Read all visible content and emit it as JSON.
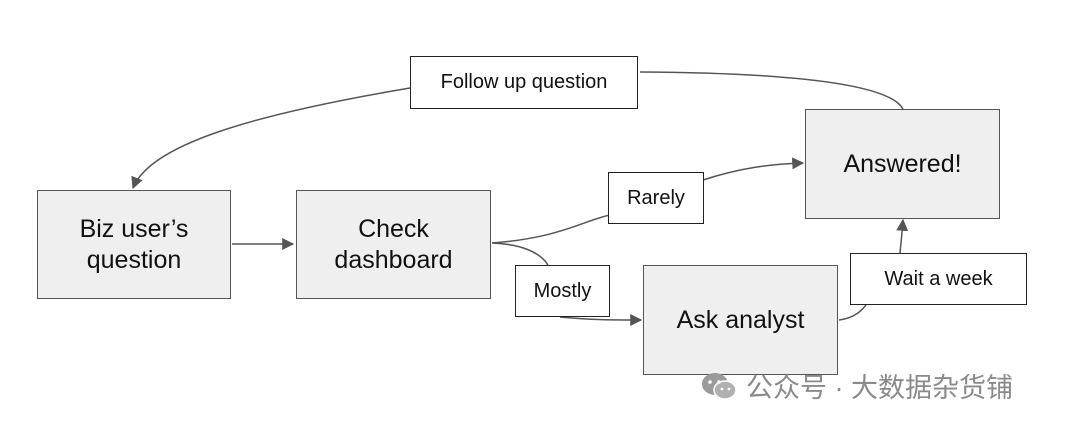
{
  "nodes": {
    "biz_question": "Biz user’s\nquestion",
    "check_dashboard": "Check\ndashboard",
    "ask_analyst": "Ask analyst",
    "answered": "Answered!"
  },
  "edge_labels": {
    "follow_up": "Follow up question",
    "rarely": "Rarely",
    "mostly": "Mostly",
    "wait_week": "Wait a week"
  },
  "watermark": {
    "text": "公众号 · 大数据杂货铺",
    "icon": "wechat-icon"
  },
  "colors": {
    "node_fill": "#efefef",
    "stroke": "#555555",
    "watermark": "#8a8a8a"
  }
}
